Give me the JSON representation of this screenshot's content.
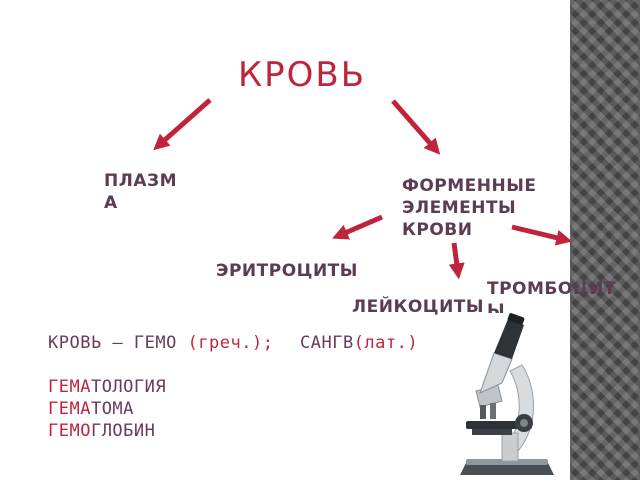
{
  "title": "КРОВЬ",
  "branches": {
    "plasma": "ПЛАЗМА",
    "formed_elements": "ФОРМЕННЫЕ ЭЛЕМЕНТЫ КРОВИ"
  },
  "sub_branches": {
    "erythrocytes": "ЭРИТРОЦИТЫ",
    "leukocytes": "ЛЕЙКОЦИТЫ",
    "thrombocytes": "ТРОМБОЦИТЫ"
  },
  "note_greek": {
    "term": "КРОВЬ – ГЕМО",
    "source": "(греч.);"
  },
  "note_latin": {
    "term": "САНГВ",
    "source": "(лат.)"
  },
  "derived_terms": [
    {
      "prefix": "ГЕМА",
      "rest": "ТОЛОГИЯ"
    },
    {
      "prefix": "ГЕМА",
      "rest": "ТОМА"
    },
    {
      "prefix": "ГЕМО",
      "rest": "ГЛОБИН"
    }
  ],
  "colors": {
    "accent": "#c0243c",
    "term": "#5c3c52"
  },
  "image": "microscope"
}
